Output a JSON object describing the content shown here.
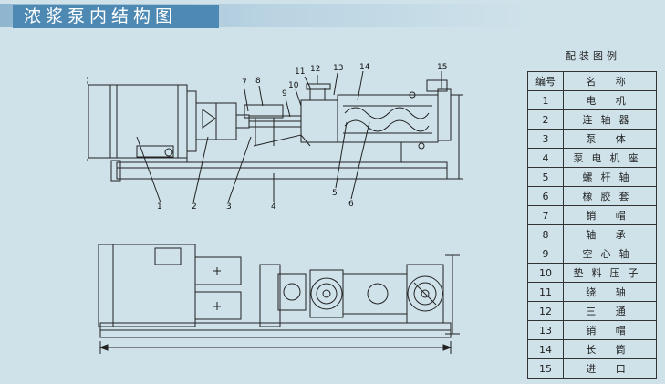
{
  "title": "浓浆泵内结构图",
  "legend": {
    "title": "配装图例",
    "header": {
      "number": "编号",
      "name": "名 称"
    },
    "rows": [
      {
        "number": "1",
        "name": "电 机"
      },
      {
        "number": "2",
        "name": "连轴器"
      },
      {
        "number": "3",
        "name": "泵 体"
      },
      {
        "number": "4",
        "name": "泵电机座"
      },
      {
        "number": "5",
        "name": "螺杆轴"
      },
      {
        "number": "6",
        "name": "橡胶套"
      },
      {
        "number": "7",
        "name": "销 帽"
      },
      {
        "number": "8",
        "name": "轴 承"
      },
      {
        "number": "9",
        "name": "空心轴"
      },
      {
        "number": "10",
        "name": "垫料压子"
      },
      {
        "number": "11",
        "name": "绕 轴"
      },
      {
        "number": "12",
        "name": "三 通"
      },
      {
        "number": "13",
        "name": "销 帽"
      },
      {
        "number": "14",
        "name": "长 筒"
      },
      {
        "number": "15",
        "name": "进 口"
      }
    ]
  },
  "callouts": [
    "1",
    "2",
    "3",
    "4",
    "5",
    "6",
    "7",
    "8",
    "9",
    "10",
    "11",
    "12",
    "13",
    "14",
    "15"
  ],
  "colors": {
    "background": "#cfe2ea",
    "banner": "#4d89b3",
    "line": "#222222"
  }
}
